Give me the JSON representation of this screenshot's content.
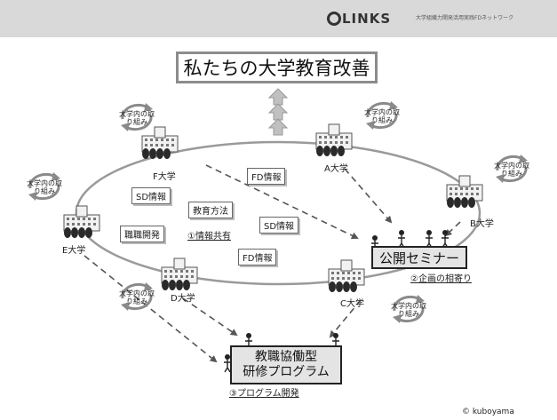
{
  "header": {
    "logo_text": "LINKS",
    "logo_sub": "大学組織力開発活用実践FDネットワーク"
  },
  "title": "私たちの大学教育改善",
  "universities": {
    "a": "A大学",
    "b": "B大学",
    "c": "C大学",
    "d": "D大学",
    "e": "E大学",
    "f": "F大学"
  },
  "cycle_label": "大学内の取り組み",
  "info_tags": {
    "fd_top": "FD情報",
    "sd_left": "SD情報",
    "method": "教育方法",
    "sd_right": "SD情報",
    "staff_dev": "職職開発",
    "fd_bottom": "FD情報"
  },
  "labels": {
    "info_share": "①情報共有",
    "planning": "②企画の相寄り",
    "program_dev": "③プログラム開発"
  },
  "seminar": "公開セミナー",
  "program": {
    "line1": "教職協働型",
    "line2": "研修プログラム"
  },
  "copyright": "© kuboyama",
  "colors": {
    "line": "#555555",
    "box_fill": "#e4e4e4",
    "arrow_fill": "#c0c0c0",
    "cycle": "#8a8a8a"
  }
}
